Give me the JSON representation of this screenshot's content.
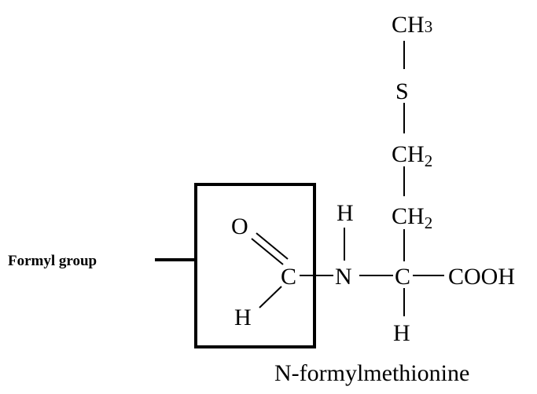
{
  "diagram": {
    "caption": "N-formylmethionine",
    "group_label": "Formyl group",
    "atoms": {
      "ch3_main": "CH",
      "ch3_sub": "3",
      "s": "S",
      "ch2_upper_main": "CH",
      "ch2_upper_sub": "2",
      "ch2_lower_main": "CH",
      "ch2_lower_sub": "2",
      "o": "O",
      "h_amine": "H",
      "c_carbonyl": "C",
      "n": "N",
      "c_alpha": "C",
      "cooh": "COOH",
      "h_formyl": "H",
      "h_alpha": "H"
    },
    "colors": {
      "ink": "#000000",
      "background": "#ffffff"
    }
  }
}
